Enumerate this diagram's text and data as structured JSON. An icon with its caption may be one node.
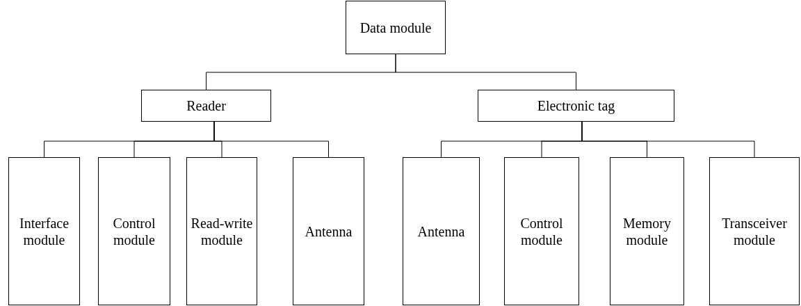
{
  "diagram": {
    "nodes": [
      {
        "text": [
          "Data module"
        ]
      },
      {
        "text": [
          "Reader"
        ]
      },
      {
        "text": [
          "Electronic tag"
        ]
      },
      {
        "text": [
          "Interface module"
        ]
      },
      {
        "text": [
          "Control module"
        ]
      },
      {
        "text": [
          "Read-write module"
        ]
      },
      {
        "text": [
          "Antenna"
        ]
      },
      {
        "text": [
          "Antenna"
        ]
      },
      {
        "text": [
          "Control module"
        ]
      },
      {
        "text": [
          "Memory module"
        ]
      },
      {
        "text": [
          "Transceiver module"
        ]
      }
    ],
    "edges": [
      {
        "from": 0,
        "to": 1,
        "arrow": "none"
      },
      {
        "from": 0,
        "to": 2,
        "arrow": "none"
      },
      {
        "from": 1,
        "to": 3,
        "arrow": "none"
      },
      {
        "from": 1,
        "to": 4,
        "arrow": "none"
      },
      {
        "from": 1,
        "to": 5,
        "arrow": "none"
      },
      {
        "from": 1,
        "to": 6,
        "arrow": "none"
      },
      {
        "from": 2,
        "to": 7,
        "arrow": "none"
      },
      {
        "from": 2,
        "to": 8,
        "arrow": "none"
      },
      {
        "from": 2,
        "to": 9,
        "arrow": "none"
      },
      {
        "from": 2,
        "to": 10,
        "arrow": "none"
      }
    ]
  }
}
